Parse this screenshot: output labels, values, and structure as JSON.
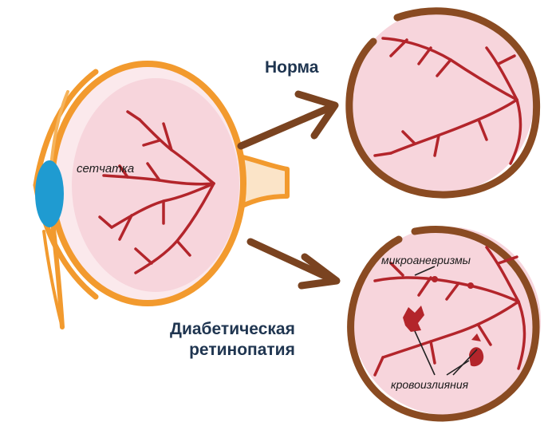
{
  "labels": {
    "retina": "сетчатка",
    "normal": "Норма",
    "diabetic_line1": "Диабетическая",
    "diabetic_line2": "ретинопатия",
    "microaneurysms": "микроаневризмы",
    "hemorrhages": "кровоизлияния"
  },
  "colors": {
    "sclera": "#f29a2e",
    "retina_fill": "#f7d5dc",
    "eye_white": "#fbe9ec",
    "lens": "#1f9bd1",
    "vessels": "#b3252b",
    "fundus_rim": "#8a4b22",
    "arrow": "#7a4320",
    "heading_text": "#1f3550"
  }
}
